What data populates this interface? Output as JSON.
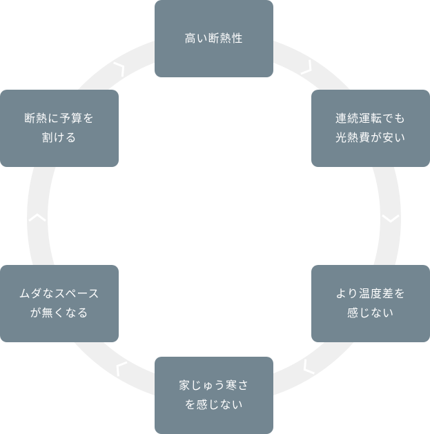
{
  "colors": {
    "node_fill": "#738691",
    "node_text": "#ffffff",
    "ring": "#efefef",
    "chevron": "#ffffff"
  },
  "cycle": {
    "nodes": [
      {
        "lines": [
          "高い断熱性"
        ]
      },
      {
        "lines": [
          "連続運転でも",
          "光熱費が安い"
        ]
      },
      {
        "lines": [
          "より温度差を",
          "感じない"
        ]
      },
      {
        "lines": [
          "家じゅう寒さ",
          "を感じない"
        ]
      },
      {
        "lines": [
          "ムダなスペース",
          "が無くなる"
        ]
      },
      {
        "lines": [
          "断熱に予算を",
          "割ける"
        ]
      }
    ],
    "arrow_direction": "clockwise"
  }
}
